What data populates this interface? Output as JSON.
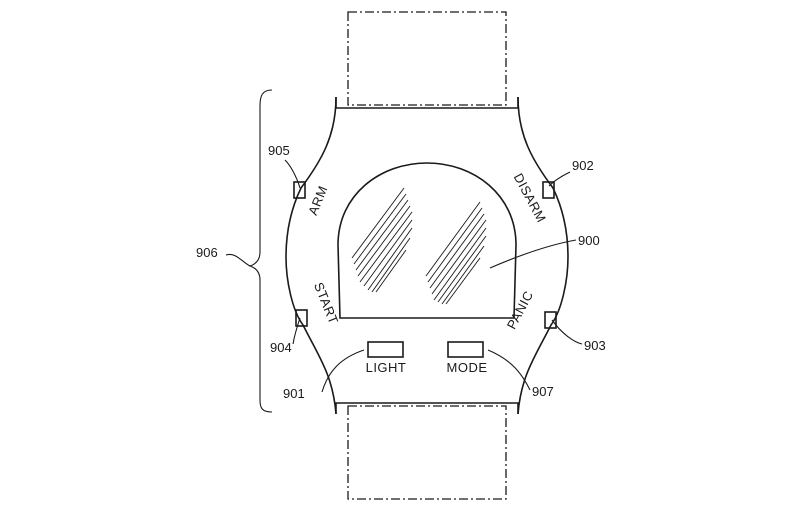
{
  "labels": {
    "arm": "ARM",
    "disarm": "DISARM",
    "start": "START",
    "panic": "PANIC",
    "light": "LIGHT",
    "mode": "MODE"
  },
  "refs": {
    "r900": "900",
    "r901": "901",
    "r902": "902",
    "r903": "903",
    "r904": "904",
    "r905": "905",
    "r906": "906",
    "r907": "907"
  }
}
